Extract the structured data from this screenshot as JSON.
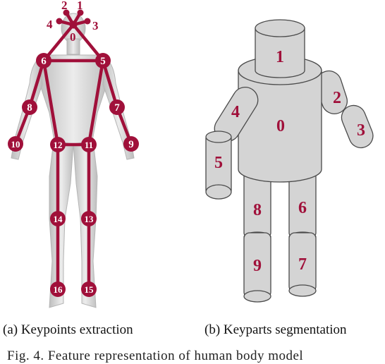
{
  "colors": {
    "accent": "#a0103a",
    "body": "#c8c8c8",
    "part_fill": "#d4d4d4",
    "part_stroke": "#555555"
  },
  "keypoints": {
    "k0": "0",
    "k1": "1",
    "k2": "2",
    "k3": "3",
    "k4": "4",
    "k5": "5",
    "k6": "6",
    "k7": "7",
    "k8": "8",
    "k9": "9",
    "k10": "10",
    "k11": "11",
    "k12": "12",
    "k13": "13",
    "k14": "14",
    "k15": "15",
    "k16": "16"
  },
  "keyparts": {
    "p0": "0",
    "p1": "1",
    "p2": "2",
    "p3": "3",
    "p4": "4",
    "p5": "5",
    "p6": "6",
    "p7": "7",
    "p8": "8",
    "p9": "9"
  },
  "captions": {
    "a": "(a) Keypoints extraction",
    "b": "(b) Keyparts segmentation",
    "figure": "Fig. 4.   Feature representation of human body model"
  }
}
